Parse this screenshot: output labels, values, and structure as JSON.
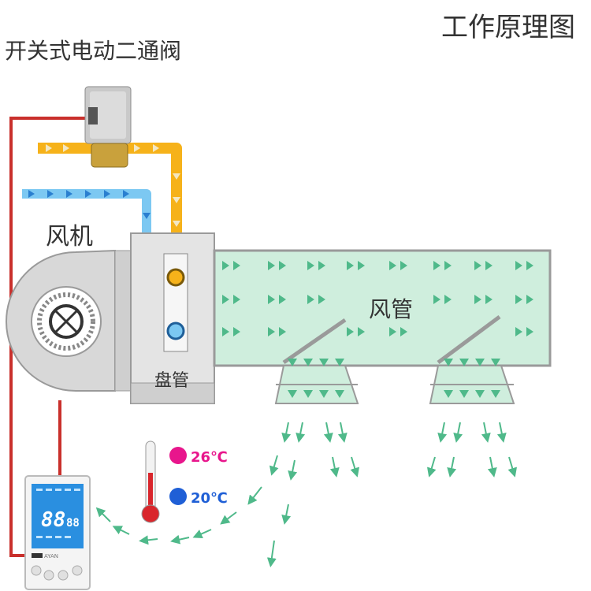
{
  "title": "工作原理图",
  "valve_label": "开关式电动二通阀",
  "fan_label": "风机",
  "duct_label": "风管",
  "coil_label": "盘管",
  "temp_hot": "26℃",
  "temp_cold": "20℃",
  "thermostat": {
    "display_main": "88",
    "display_small": "88",
    "brand": "AYAN"
  },
  "colors": {
    "hot_pipe": "#f6b21a",
    "cold_pipe": "#7cc8f2",
    "wire": "#c9302c",
    "duct_fill": "#cfeedd",
    "airflow_arrow": "#4fb98a",
    "hot_dot": "#e8168c",
    "cold_dot": "#1f5fd6",
    "lcd": "#2a8fe0"
  }
}
